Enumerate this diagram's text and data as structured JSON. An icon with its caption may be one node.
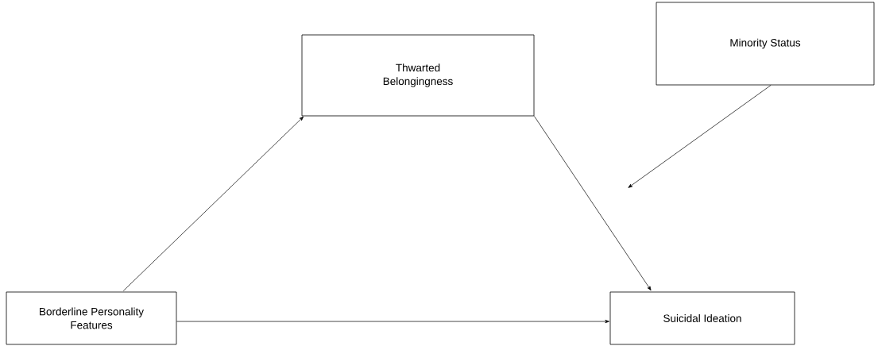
{
  "diagram": {
    "nodes": [
      {
        "text": [
          "Thwarted Belongingness"
        ]
      },
      {
        "text": [
          "Minority Status"
        ]
      },
      {
        "text": [
          "Borderline Personality Features"
        ]
      },
      {
        "text": [
          "Suicidal Ideation"
        ]
      }
    ],
    "edges": [
      {
        "from": 2,
        "to": 0,
        "arrow": "to"
      },
      {
        "from": 0,
        "to": 3,
        "arrow": "to"
      },
      {
        "from": 2,
        "to": 3,
        "arrow": "to"
      },
      {
        "from": 1,
        "to": null,
        "arrow": "to"
      }
    ]
  }
}
